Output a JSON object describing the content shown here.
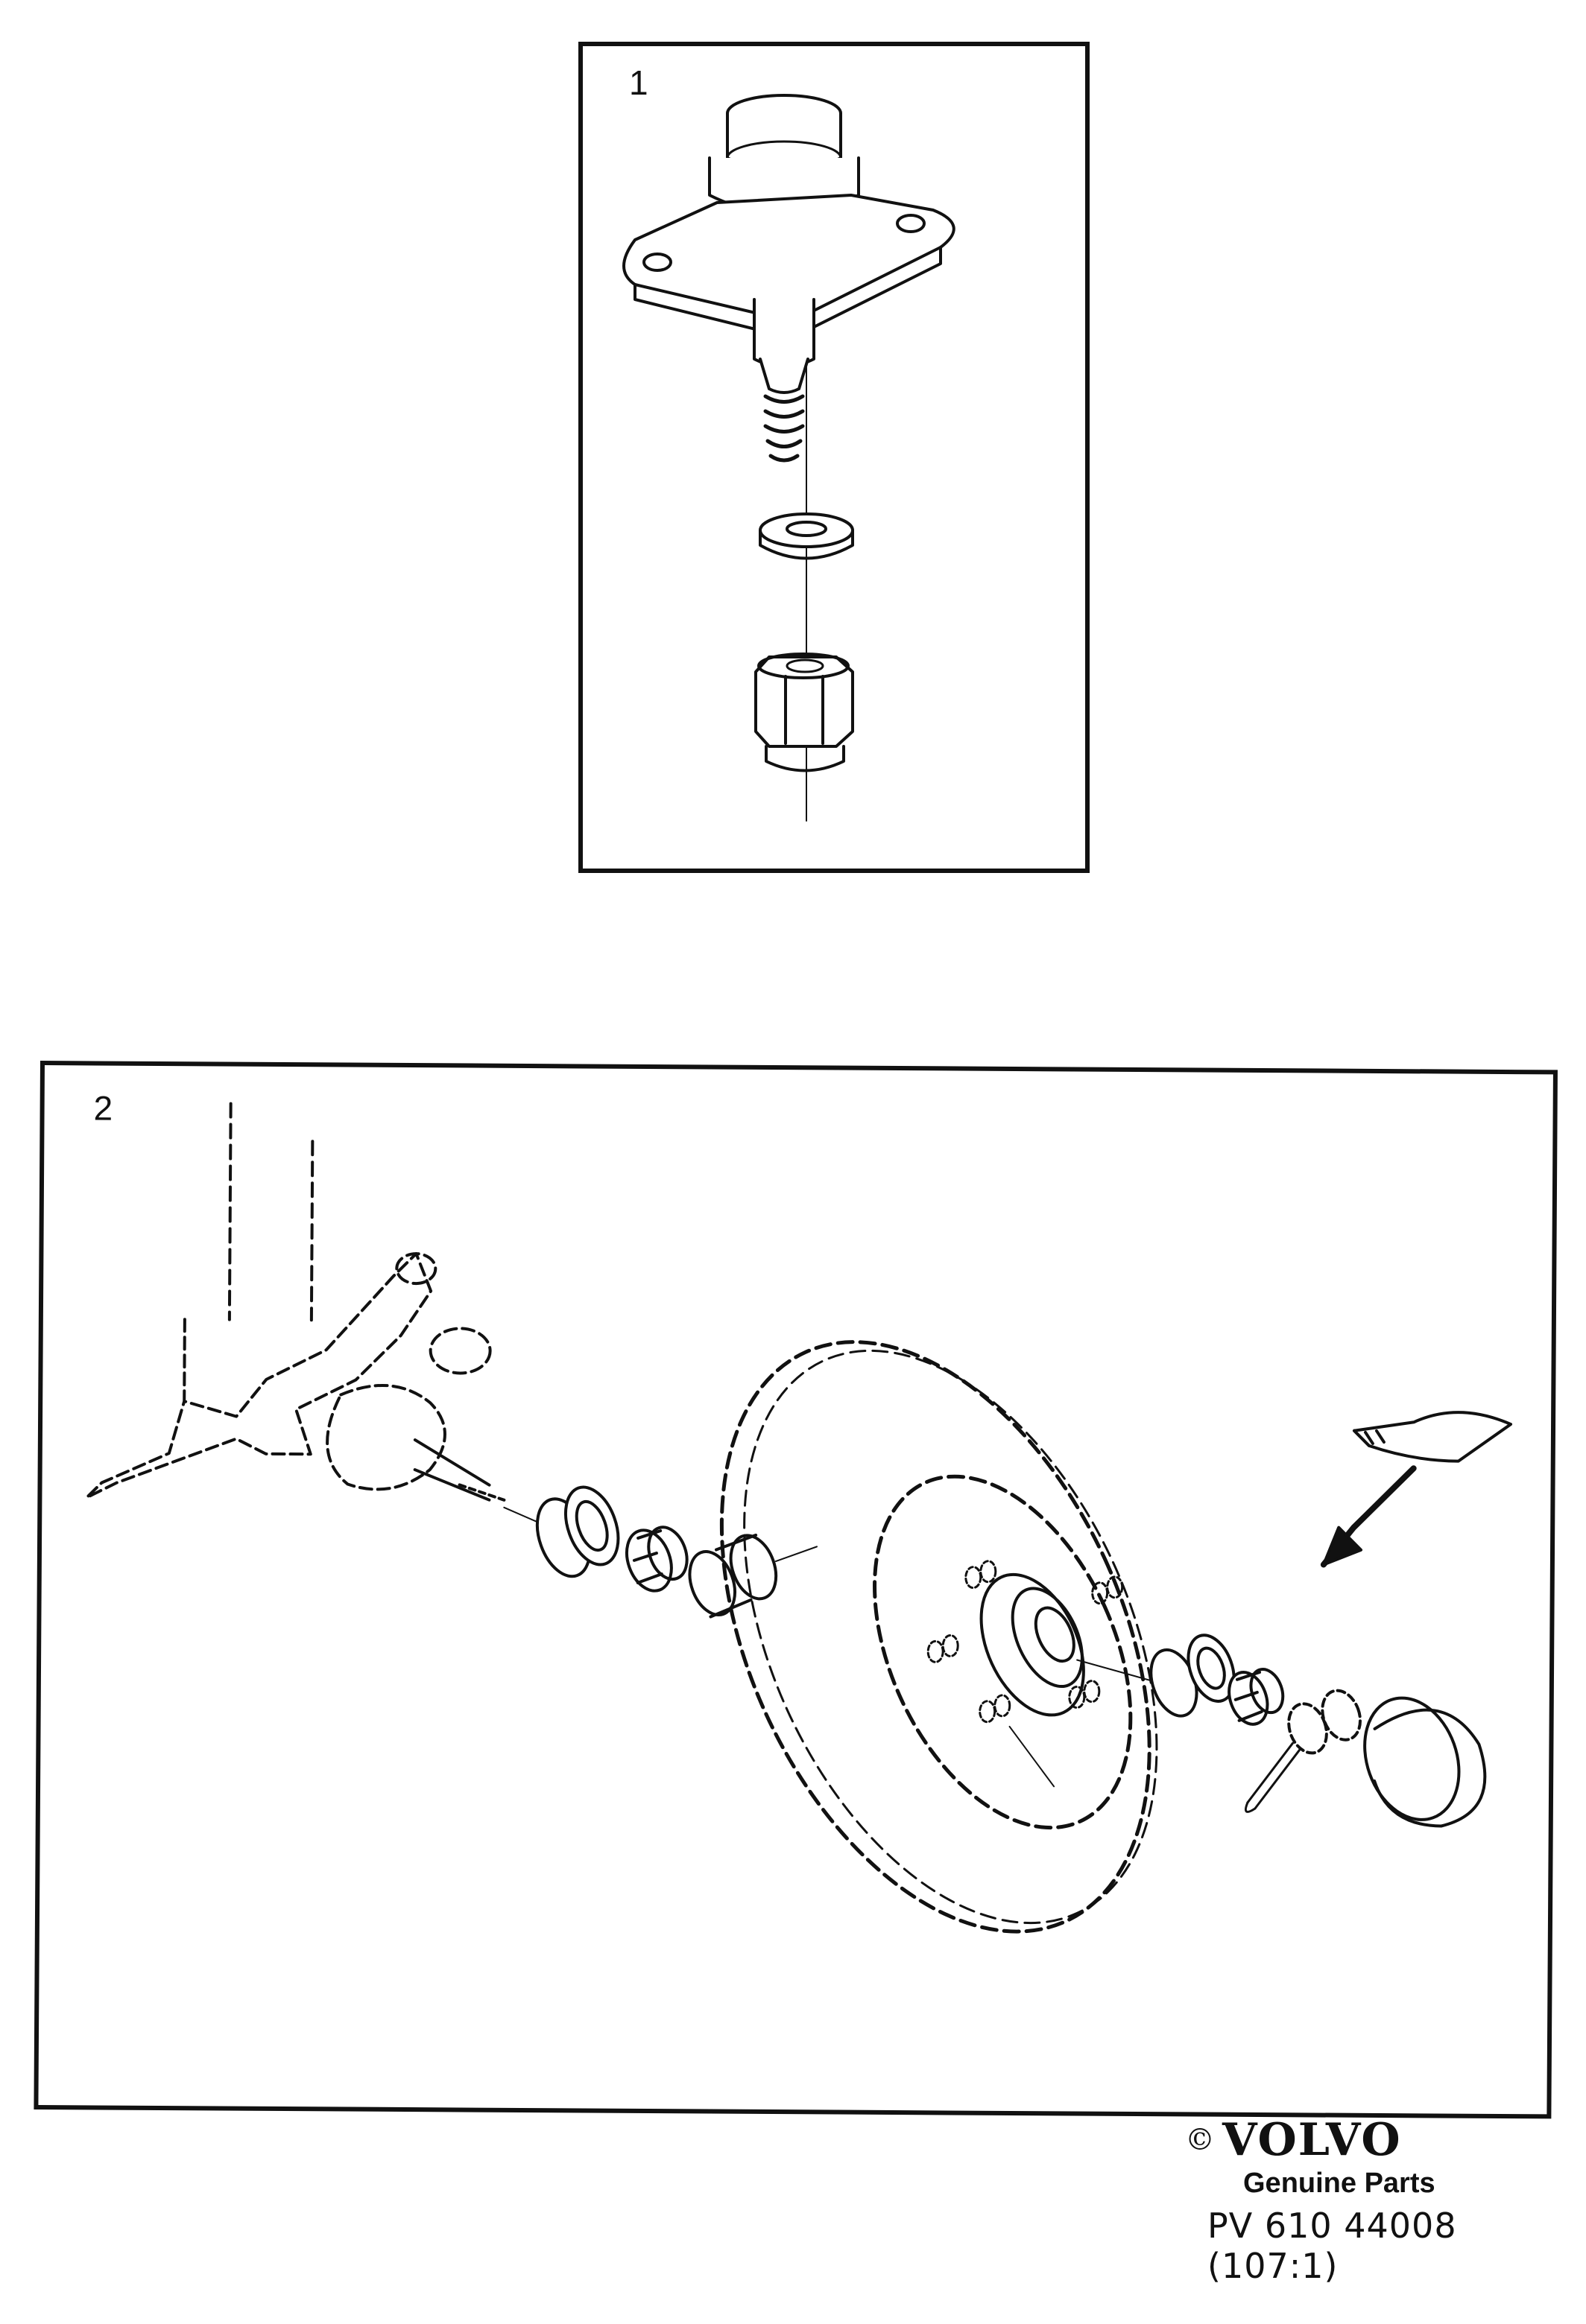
{
  "panels": [
    {
      "number": "1"
    },
    {
      "number": "2"
    }
  ],
  "footer": {
    "copyright_symbol": "©",
    "brand": "VOLVO",
    "tagline": "Genuine Parts",
    "part_number": "PV 610 44008",
    "figure_ref": "(107:1)"
  },
  "colors": {
    "ink": "#111111",
    "paper": "#ffffff"
  }
}
